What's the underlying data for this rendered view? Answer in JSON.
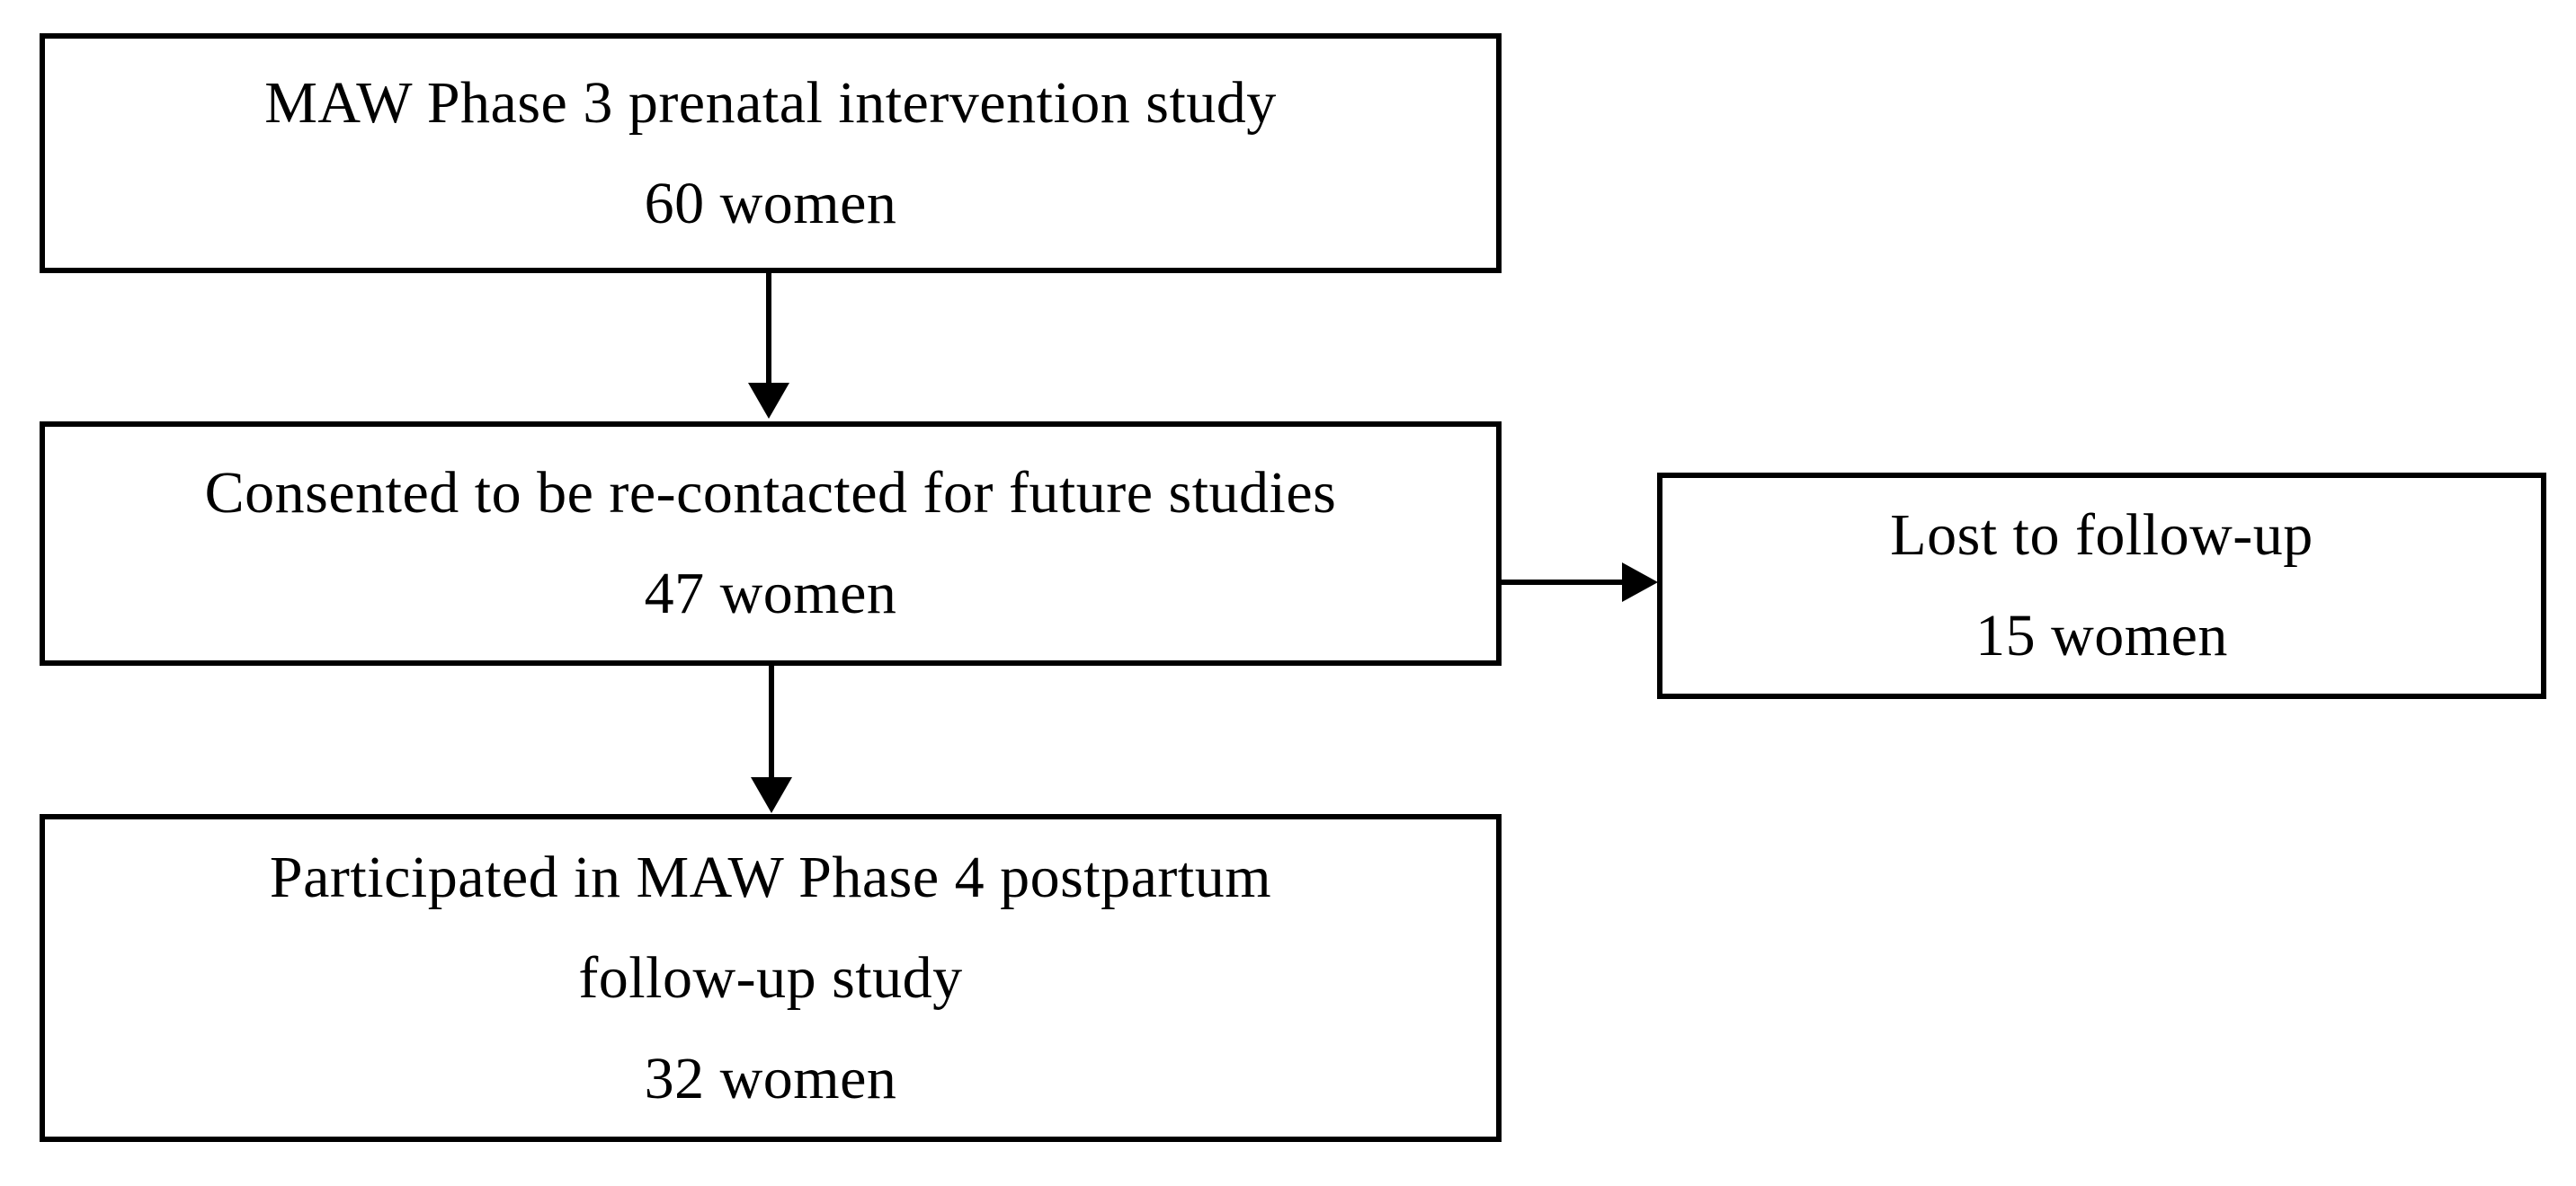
{
  "figure": {
    "type": "participant-flow-diagram",
    "boxes": {
      "phase3": {
        "title": "MAW Phase 3 prenatal intervention study",
        "count": "60 women"
      },
      "consented": {
        "title": "Consented to be re-contacted for future studies",
        "count": "47 women"
      },
      "lost": {
        "title": "Lost to follow-up",
        "count": "15 women"
      },
      "phase4": {
        "title_line1": "Participated in MAW Phase 4 postpartum",
        "title_line2": "follow-up study",
        "count": "32 women"
      }
    },
    "colors": {
      "line": "#000000",
      "text": "#000000",
      "background": "#ffffff"
    }
  }
}
